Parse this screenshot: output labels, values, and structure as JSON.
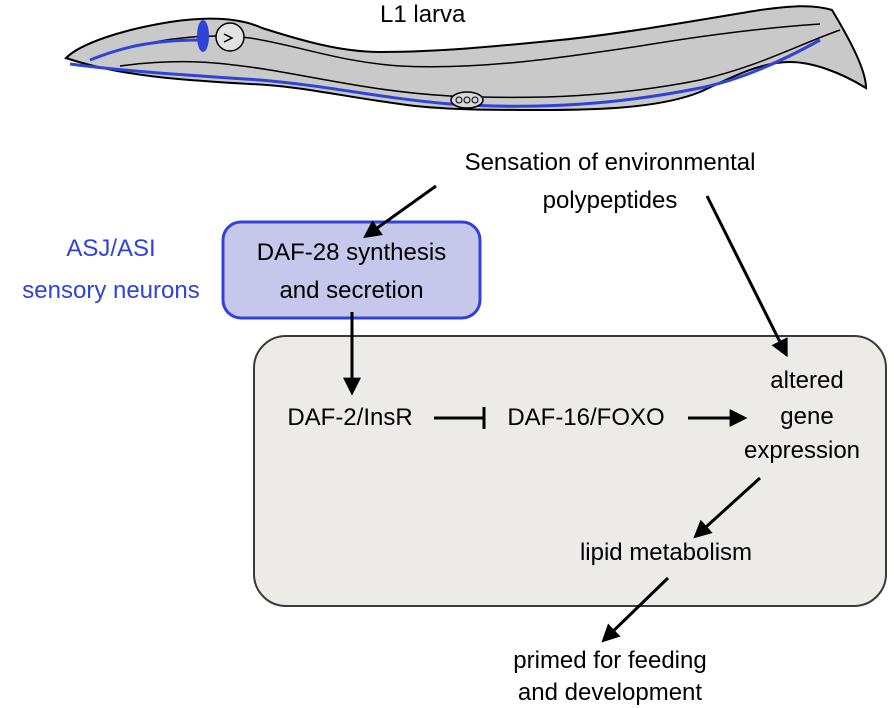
{
  "title": "L1 larva",
  "neuron_label": {
    "line1": "ASJ/ASI",
    "line2": "sensory neurons"
  },
  "nodes": {
    "sensation": {
      "line1": "Sensation of environmental",
      "line2": "polypeptides"
    },
    "daf28": {
      "line1": "DAF-28 synthesis",
      "line2": "and secretion"
    },
    "daf2": "DAF-2/InsR",
    "daf16": "DAF-16/FOXO",
    "gene_expression": {
      "line1": "altered",
      "line2": "gene",
      "line3": "expression"
    },
    "lipid": "lipid metabolism",
    "primed": {
      "line1": "primed for feeding",
      "line2": "and development"
    }
  },
  "colors": {
    "neuron_blue": "#2f43d9",
    "neuron_box_fill": "#c5c8ea",
    "tissue_box_fill": "#ecebe8",
    "worm_fill": "#c9c9c9",
    "arrow": "#000000"
  },
  "edges": [
    {
      "from": "sensation",
      "to": "daf28",
      "type": "activation"
    },
    {
      "from": "sensation",
      "to": "gene_expression",
      "type": "activation"
    },
    {
      "from": "daf28",
      "to": "daf2",
      "type": "activation"
    },
    {
      "from": "daf2",
      "to": "daf16",
      "type": "inhibition"
    },
    {
      "from": "daf16",
      "to": "gene_expression",
      "type": "activation"
    },
    {
      "from": "gene_expression",
      "to": "lipid",
      "type": "activation"
    },
    {
      "from": "lipid",
      "to": "primed",
      "type": "activation"
    }
  ]
}
